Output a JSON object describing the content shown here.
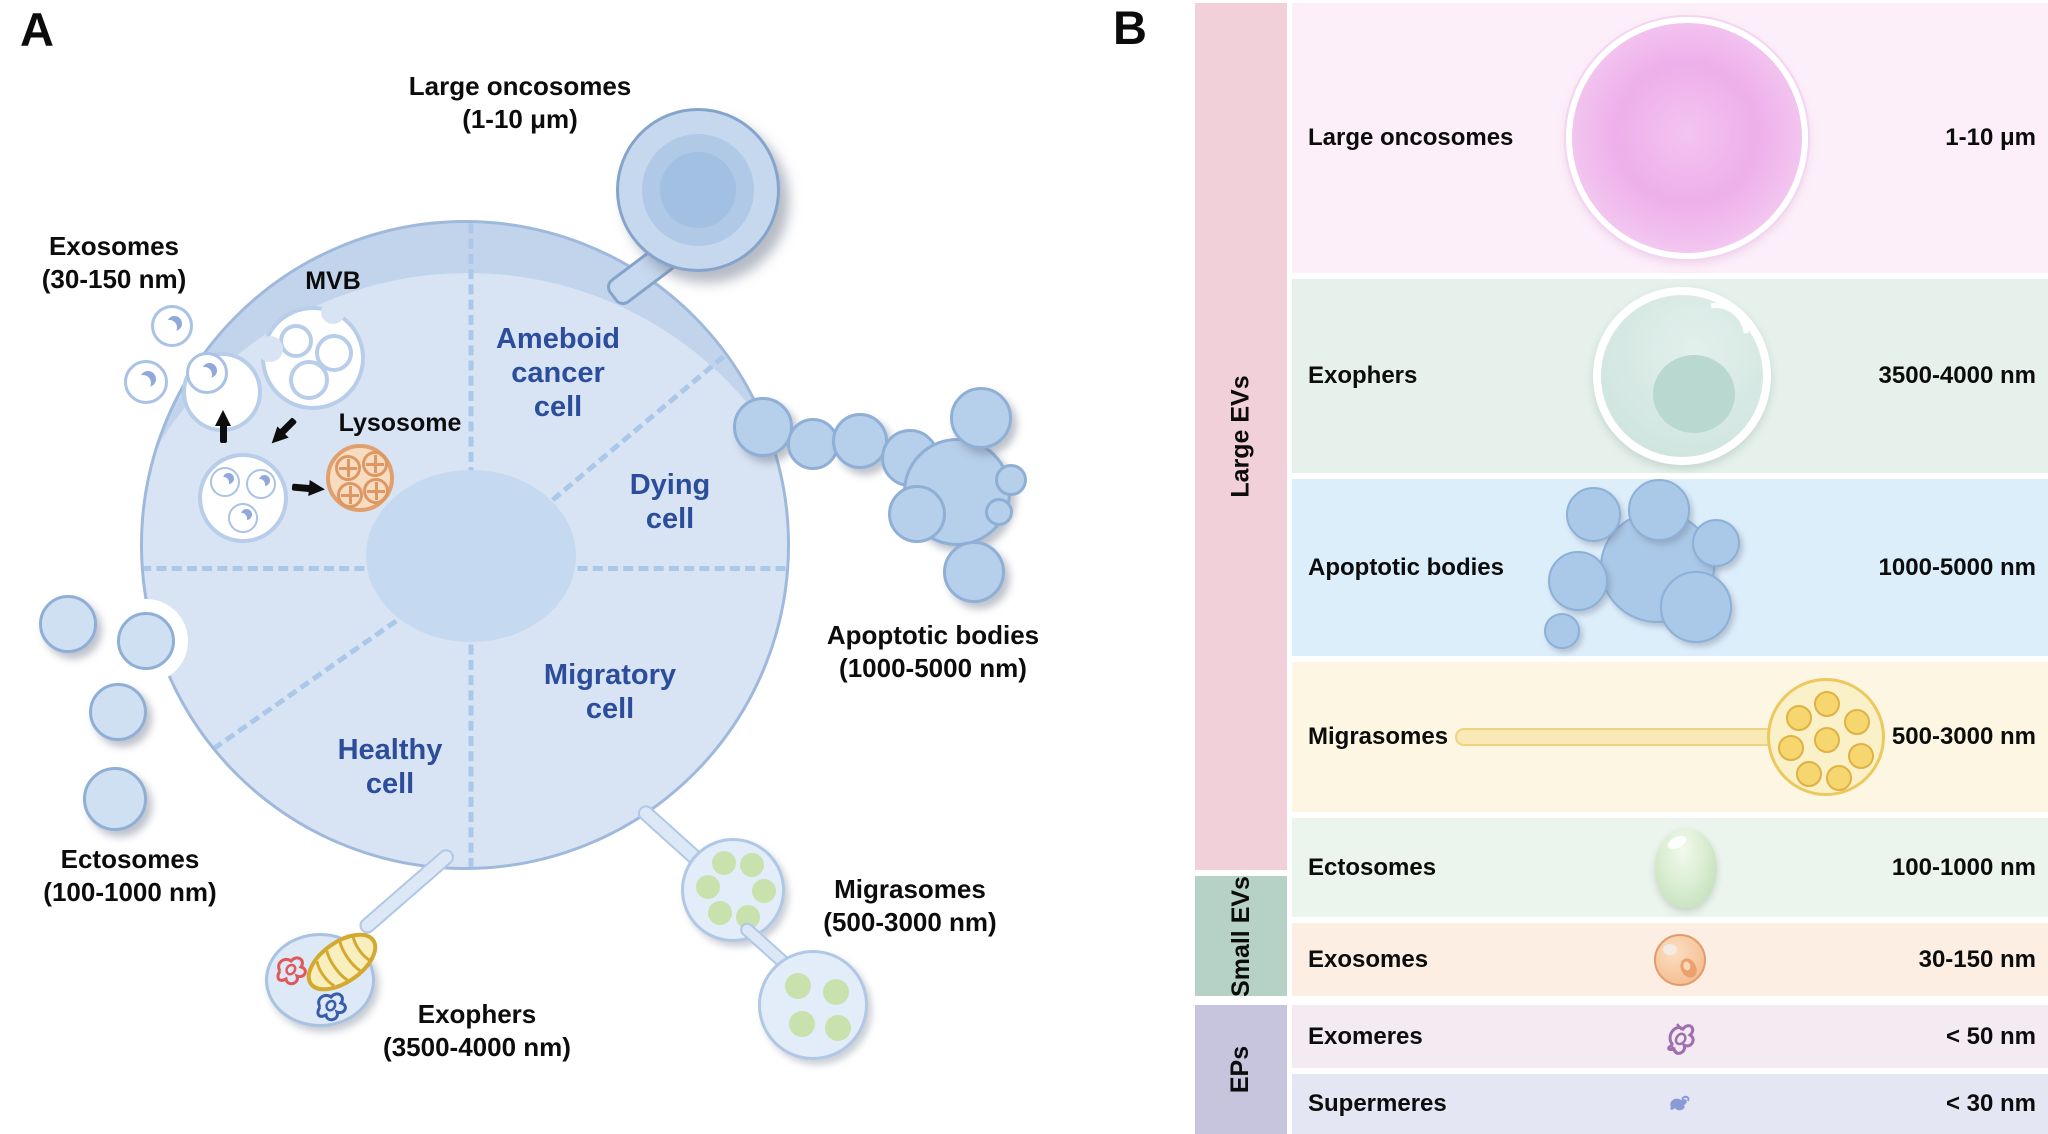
{
  "figure": {
    "panel_a": {
      "panel_label": "A",
      "organelles": {
        "mvb": "MVB",
        "lysosome": "Lysosome"
      },
      "sectors": {
        "ameboid": [
          "Ameboid",
          "cancer",
          "cell"
        ],
        "dying": [
          "Dying",
          "cell"
        ],
        "migratory": [
          "Migratory",
          "cell"
        ],
        "healthy": [
          "Healthy",
          "cell"
        ]
      },
      "vesicles": {
        "exosomes": {
          "name": "Exosomes",
          "size": "(30-150 nm)"
        },
        "large_oncosomes": {
          "name": "Large oncosomes",
          "size": "(1-10 μm)"
        },
        "apoptotic_bodies": {
          "name": "Apoptotic bodies",
          "size": "(1000-5000 nm)"
        },
        "migrasomes": {
          "name": "Migrasomes",
          "size": "(500-3000 nm)"
        },
        "ectosomes": {
          "name": "Ectosomes",
          "size": "(100-1000 nm)"
        },
        "exophers": {
          "name": "Exophers",
          "size": "(3500-4000 nm)"
        }
      },
      "colors": {
        "cell_body": "#d8e4f3",
        "cell_rim_band": "#c2d4ec",
        "nucleus": "#c5d9f0",
        "dashed_divider": "#a9c8ea",
        "sector_text": "#2b4d9b",
        "vesicle_blue": "#b6cfea",
        "lysosome_orange": "#e29f6e",
        "mitochondrion_yellow": "#d4a930",
        "aggregate_red": "#e05858",
        "aggregate_blue": "#3a5cac",
        "migrasome_dot_green": "#c8e1ad"
      }
    },
    "panel_b": {
      "panel_label": "B",
      "groups": [
        {
          "label": "Large EVs",
          "color": "#f2d0da"
        },
        {
          "label": "Small EVs",
          "color": "#b6d2c6"
        },
        {
          "label": "EPs",
          "color": "#c6c5dd"
        }
      ],
      "rows": [
        {
          "name": "Large oncosomes",
          "size": "1-10 μm",
          "icon": "large-oncosome",
          "bg": "#fdeff9"
        },
        {
          "name": "Exophers",
          "size": "3500-4000 nm",
          "icon": "exopher",
          "bg": "#e6f1ec"
        },
        {
          "name": "Apoptotic bodies",
          "size": "1000-5000 nm",
          "icon": "apoptotic-bodies",
          "bg": "#ddeefb"
        },
        {
          "name": "Migrasomes",
          "size": "500-3000 nm",
          "icon": "migrasome",
          "bg": "#fdf6e2"
        },
        {
          "name": "Ectosomes",
          "size": "100-1000 nm",
          "icon": "ectosome",
          "bg": "#ebf4ed"
        },
        {
          "name": "Exosomes",
          "size": "30-150 nm",
          "icon": "exosome",
          "bg": "#fceee2"
        },
        {
          "name": "Exomeres",
          "size": "< 50 nm",
          "icon": "exomere",
          "bg": "#f3eaf2"
        },
        {
          "name": "Supermeres",
          "size": "< 30 nm",
          "icon": "supermere",
          "bg": "#e5e6f4"
        }
      ]
    }
  }
}
